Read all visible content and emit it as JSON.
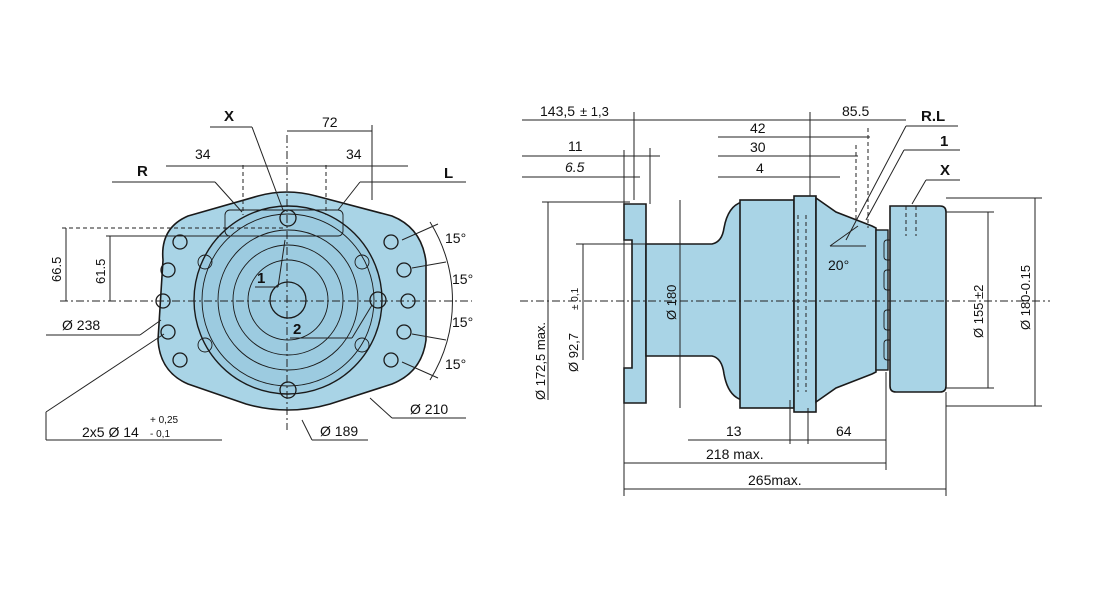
{
  "front_view": {
    "labels": {
      "x": "X",
      "r": "R",
      "l": "L",
      "port1": "1",
      "port2": "2"
    },
    "dims": {
      "d72": "72",
      "d34_left": "34",
      "d34_right": "34",
      "d66_5": "66.5",
      "d61_5": "61.5",
      "d238": "Ø 238",
      "d210": "Ø 210",
      "d189": "Ø 189",
      "holes": "2x5 Ø 14",
      "holes_tol_plus": "+ 0,25",
      "holes_tol_minus": "- 0,1",
      "ang1": "15°",
      "ang2": "15°",
      "ang3": "15°",
      "ang4": "15°"
    }
  },
  "side_view": {
    "labels": {
      "rl": "R.L",
      "one": "1",
      "x": "X"
    },
    "dims": {
      "d143_5": "143,5",
      "d143_5_tol": "± 1,3",
      "d11": "11",
      "d6_5": "6.5",
      "d85_5": "85.5",
      "d42": "42",
      "d30": "30",
      "d4": "4",
      "d20deg": "20°",
      "d172_5": "Ø 172,5 max.",
      "d92_7": "Ø 92,7",
      "d92_7_tol": "± 0,1",
      "d180": "Ø 180",
      "d155": "Ø 155 ±2",
      "d180_015": "Ø 180-0.15",
      "d13": "13",
      "d64": "64",
      "d218": "218 max.",
      "d265": "265max."
    }
  },
  "colors": {
    "body": "#a9d4e6",
    "outline": "#1a1a1a"
  }
}
